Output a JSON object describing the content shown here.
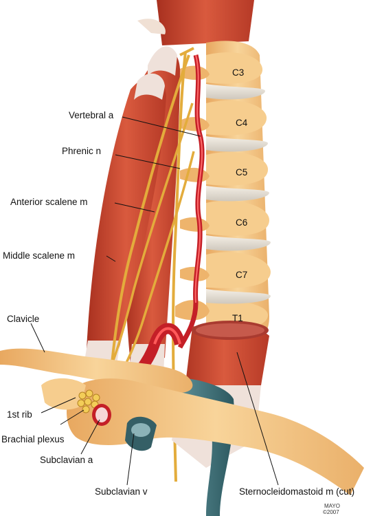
{
  "vertebrae": [
    "C3",
    "C4",
    "C5",
    "C6",
    "C7",
    "T1"
  ],
  "labels": {
    "vertebral_a": "Vertebral a",
    "phrenic_n": "Phrenic n",
    "anterior_scalene": "Anterior scalene m",
    "middle_scalene": "Middle scalene m",
    "clavicle": "Clavicle",
    "first_rib": "1st rib",
    "brachial_plexus": "Brachial plexus",
    "subclavian_a": "Subclavian a",
    "subclavian_v": "Subclavian v",
    "sternocleidomastoid": "Sternocleidomastoid m (cut)"
  },
  "credit": {
    "line1": "MAYO",
    "line2": "©2007"
  },
  "colors": {
    "bone": "#f3c27e",
    "muscle": "#c8432e",
    "tendon": "#f0e3dc",
    "nerve": "#e9b74a",
    "artery": "#d4242b",
    "vein": "#3f7078"
  }
}
